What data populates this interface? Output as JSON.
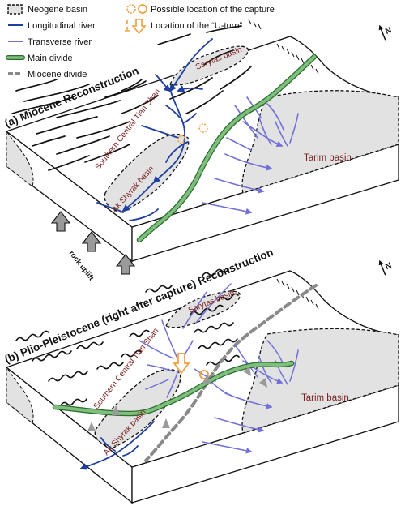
{
  "legend": {
    "items": [
      {
        "key": "neogene",
        "label": "Neogene basin"
      },
      {
        "key": "longitudinal",
        "label": "Longitudinal river"
      },
      {
        "key": "transverse",
        "label": "Transverse river"
      },
      {
        "key": "main_divide",
        "label": "Main divide"
      },
      {
        "key": "miocene_divide",
        "label": "Miocene divide"
      },
      {
        "key": "capture",
        "label": "Possible location of the capture"
      },
      {
        "key": "uturn",
        "label": "Location of the “U-turn”"
      }
    ]
  },
  "panel_a": {
    "title": "(a) Miocene Reconstruction",
    "north": "N",
    "labels": {
      "sarytas": "Sarytas basin",
      "tianshan": "Southern Central Tian Shan",
      "akshyrak": "Ak Shyrak basin",
      "tarim": "Tarim basin"
    },
    "side_label": "rock uplift"
  },
  "panel_b": {
    "title": "(b) Plio-Pleistocene (right after capture) Reconstruction",
    "north": "N",
    "labels": {
      "sarytas": "Sarytas basin",
      "tianshan": "Southern Central Tian Shan",
      "akshyrak": "Ak Shyrak basin",
      "tarim": "Tarim basin"
    }
  },
  "colors": {
    "longitudinal": "#1f3f9e",
    "transverse": "#7070d8",
    "main_divide": "#7dc07d",
    "main_divide_outline": "#2e6b2e",
    "miocene_divide": "#8a8a8a",
    "capture": "#f0a040",
    "basin_fill": "#e2e2e2"
  }
}
